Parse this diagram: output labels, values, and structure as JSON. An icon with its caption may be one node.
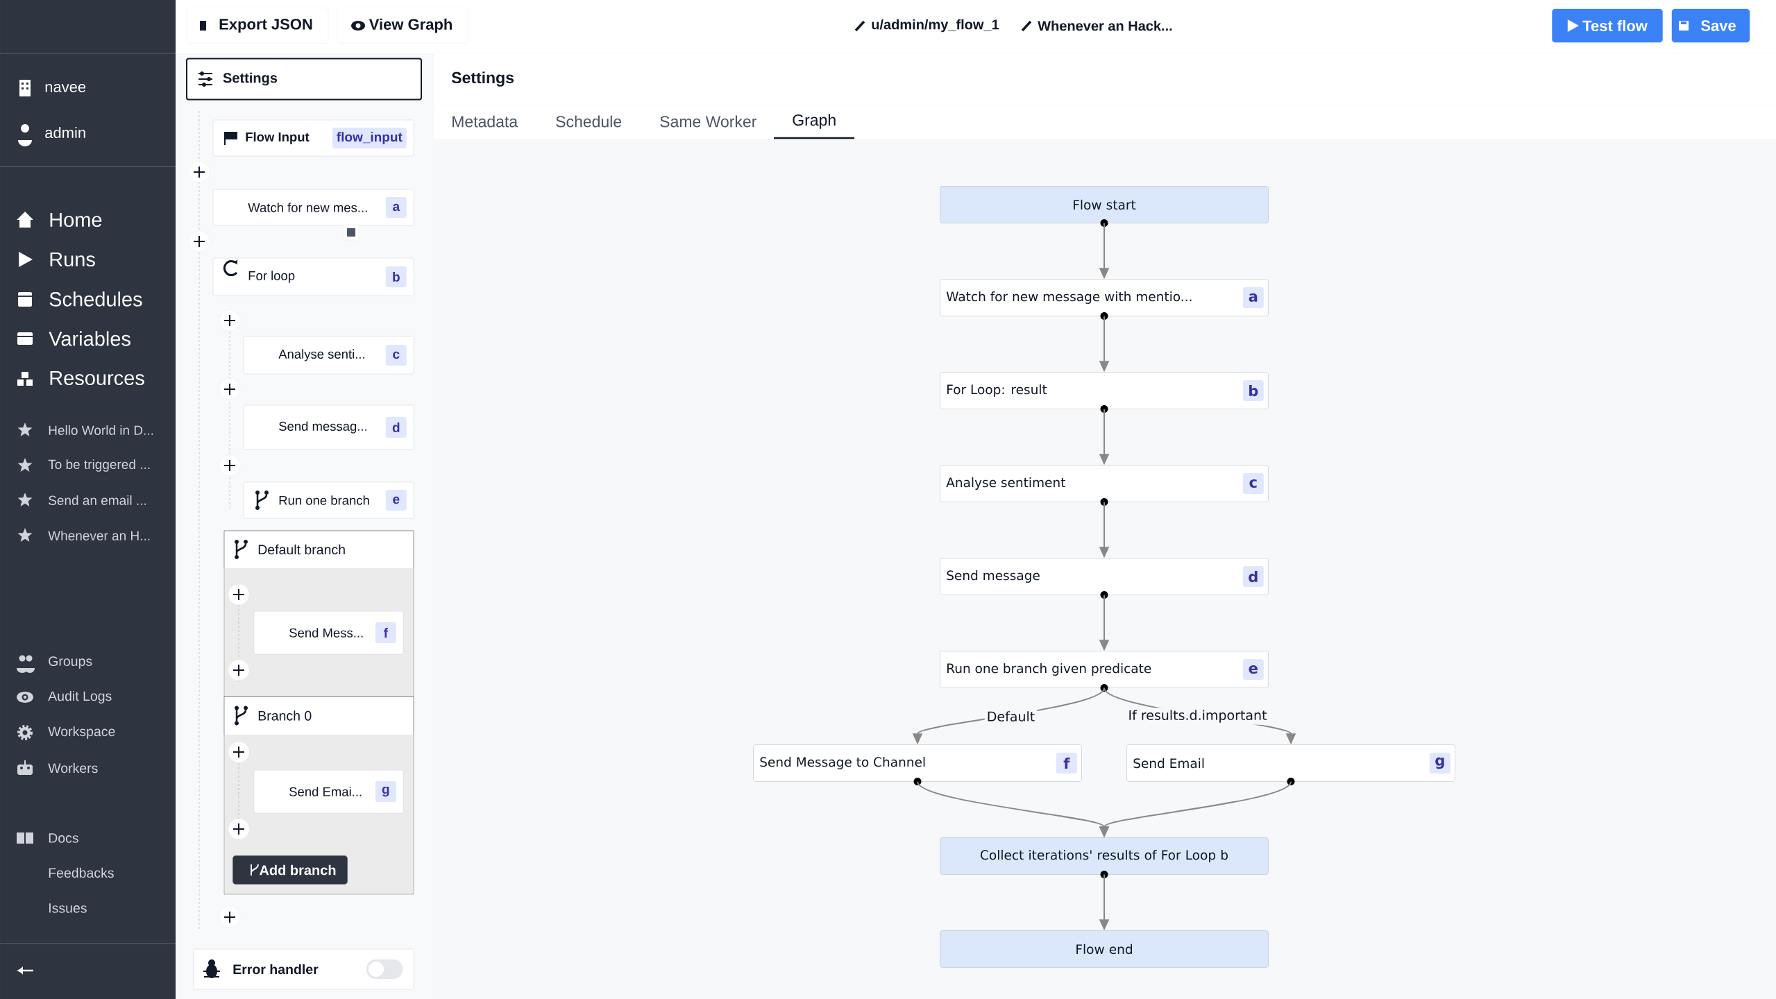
{
  "diagram": {
    "nodes": [
      {
        "text": [
          "Flow Input",
          "flow_input"
        ]
      },
      {
        "text": [
          "Watch for new mes...",
          "a"
        ]
      },
      {
        "text": [
          "For loop",
          "b"
        ]
      },
      {
        "text": [
          "Analyse senti...",
          "c"
        ]
      },
      {
        "text": [
          "Send messag...",
          "d"
        ]
      },
      {
        "text": [
          "Run one branch",
          "e"
        ]
      },
      {
        "text": [
          "Default branch"
        ]
      },
      {
        "text": [
          "Send Mess...",
          "f"
        ],
        "in": 6
      },
      {
        "text": [
          "Branch 0"
        ]
      },
      {
        "text": [
          "Send Emai...",
          "g"
        ],
        "in": 8
      },
      {
        "text": [
          "Error handler"
        ]
      },
      {
        "text": [
          "Flow start"
        ]
      },
      {
        "text": [
          "Watch for new message with mentio...",
          "a"
        ]
      },
      {
        "text": [
          "For Loop: result",
          "b"
        ]
      },
      {
        "text": [
          "Analyse sentiment",
          "c"
        ]
      },
      {
        "text": [
          "Send message",
          "d"
        ]
      },
      {
        "text": [
          "Run one branch given predicate",
          "e"
        ]
      },
      {
        "text": [
          "Send Message to Channel",
          "f"
        ]
      },
      {
        "text": [
          "Send Email",
          "g"
        ]
      },
      {
        "text": [
          "Collect iterations' results of For Loop b"
        ]
      },
      {
        "text": [
          "Flow end"
        ]
      }
    ],
    "edges": [
      {
        "from": 11,
        "to": 12,
        "arrow": "to"
      },
      {
        "from": 12,
        "to": 13,
        "arrow": "to"
      },
      {
        "from": 13,
        "to": 14,
        "arrow": "to"
      },
      {
        "from": 14,
        "to": 15,
        "arrow": "to"
      },
      {
        "from": 15,
        "to": 16,
        "arrow": "to"
      },
      {
        "from": 16,
        "to": 17,
        "arrow": "to",
        "label": "Default"
      },
      {
        "from": 16,
        "to": 18,
        "arrow": "to",
        "label": "If results.d.important"
      },
      {
        "from": 17,
        "to": 19,
        "arrow": "to"
      },
      {
        "from": 18,
        "to": 19,
        "arrow": "to"
      },
      {
        "from": 19,
        "to": 20,
        "arrow": "to"
      }
    ],
    "labels": [
      "navee",
      "admin",
      "Home",
      "Runs",
      "Schedules",
      "Variables",
      "Resources",
      "Hello World in D...",
      "To be triggered ...",
      "Send an email ...",
      "Whenever an H...",
      "Groups",
      "Audit Logs",
      "Workspace",
      "Workers",
      "Docs",
      "Feedbacks",
      "Issues",
      "Export JSON",
      "View Graph",
      "u/admin/my_flow_1",
      "Whenever an Hack...",
      "Test flow",
      "Save",
      "Settings",
      "Settings",
      "Metadata",
      "Schedule",
      "Same Worker",
      "Graph",
      "Add branch"
    ]
  }
}
